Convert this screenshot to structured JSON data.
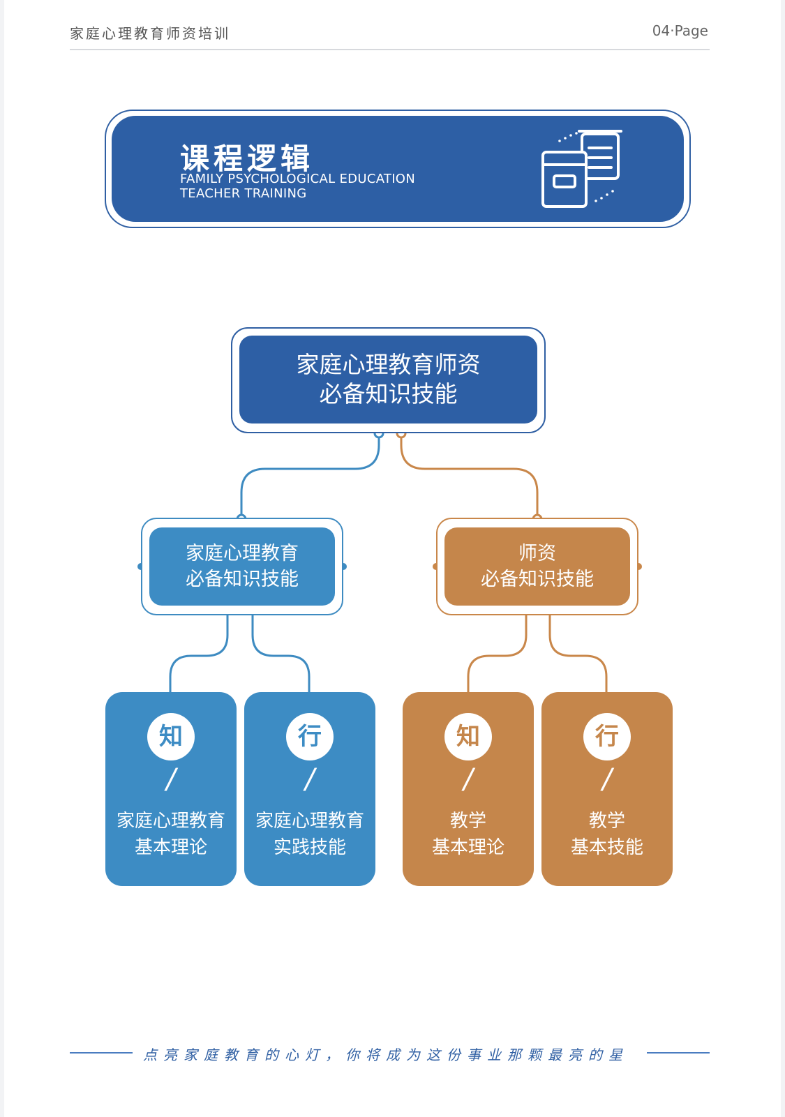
{
  "header": {
    "title": "家庭心理教育师资培训",
    "page": "04·Page"
  },
  "banner": {
    "title": "课程逻辑",
    "subtitle_line1": "FAMILY PSYCHOLOGICAL EDUCATION",
    "subtitle_line2": "TEACHER TRAINING",
    "icon": "books-icon"
  },
  "diagram": {
    "root": {
      "line1": "家庭心理教育师资",
      "line2": "必备知识技能"
    },
    "left_branch": {
      "line1": "家庭心理教育",
      "line2": "必备知识技能",
      "color": "#3d8cc4",
      "leaves": [
        {
          "badge": "知",
          "slash": "/",
          "line1": "家庭心理教育",
          "line2": "基本理论"
        },
        {
          "badge": "行",
          "slash": "/",
          "line1": "家庭心理教育",
          "line2": "实践技能"
        }
      ]
    },
    "right_branch": {
      "line1": "师资",
      "line2": "必备知识技能",
      "color": "#c5864b",
      "leaves": [
        {
          "badge": "知",
          "slash": "/",
          "line1": "教学",
          "line2": "基本理论"
        },
        {
          "badge": "行",
          "slash": "/",
          "line1": "教学",
          "line2": "基本技能"
        }
      ]
    }
  },
  "footer": {
    "slogan": "点亮家庭教育的心灯，你将成为这份事业那颗最亮的星"
  },
  "colors": {
    "primary_blue": "#2d5fa5",
    "light_blue": "#3d8cc4",
    "orange": "#c5864b"
  }
}
